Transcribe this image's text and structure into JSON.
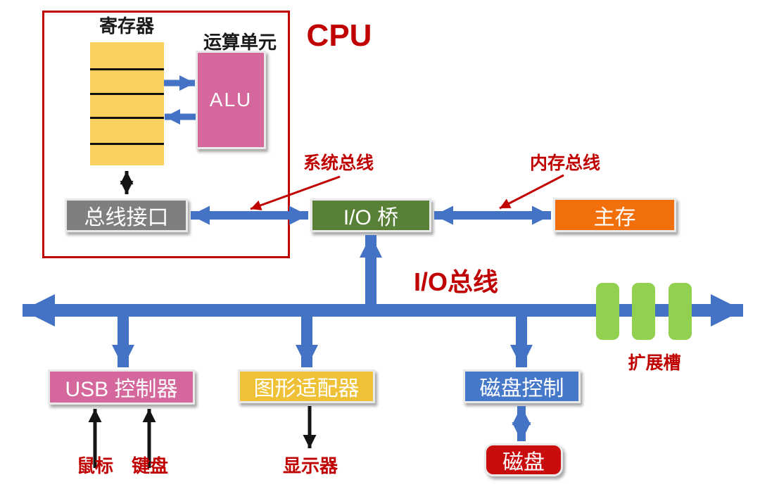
{
  "labels": {
    "cpu": "CPU",
    "registers": "寄存器",
    "alu_unit": "运算单元",
    "alu": "ALU",
    "bus_interface": "总线接口",
    "system_bus": "系统总线",
    "io_bridge": "I/O 桥",
    "memory_bus": "内存总线",
    "main_memory": "主存",
    "io_bus": "I/O总线",
    "expansion_slots": "扩展槽",
    "usb_controller": "USB 控制器",
    "graphics_adapter": "图形适配器",
    "disk_controller": "磁盘控制",
    "disk": "磁盘",
    "mouse": "鼠标",
    "keyboard": "键盘",
    "display": "显示器"
  },
  "colors": {
    "arrow_blue": "#4472C4",
    "label_red": "#C00000",
    "register_yellow": "#FAD15E",
    "alu_pink": "#D4679C",
    "bridge_green": "#588137",
    "memory_orange": "#F2700C",
    "adapter_gold": "#EFC137",
    "controller_blue": "#4678CA",
    "disk_red": "#C90C0C",
    "slot_green": "#92D050",
    "interface_gray": "#7F7F7F"
  }
}
